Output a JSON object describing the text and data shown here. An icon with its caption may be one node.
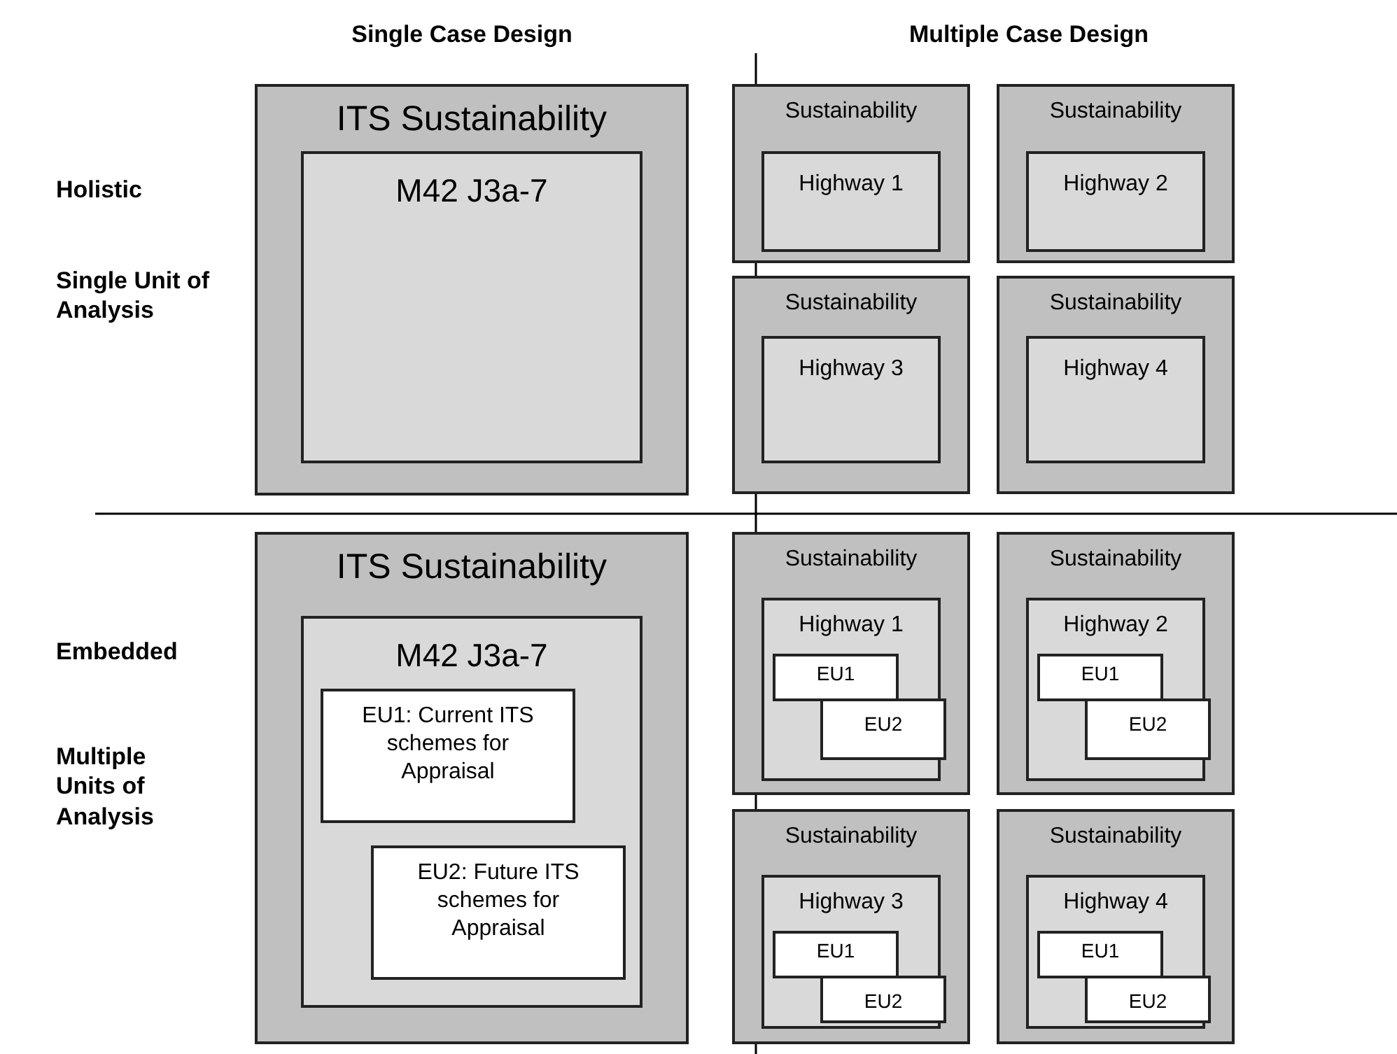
{
  "diagram": {
    "nodes": [
      {
        "text": [
          "ITS Sustainability"
        ]
      },
      {
        "text": [
          "M42 J3a-7"
        ],
        "in": 0
      },
      {
        "text": [
          "Sustainability"
        ]
      },
      {
        "text": [
          "Highway 1"
        ],
        "in": 2
      },
      {
        "text": [
          "Sustainability"
        ]
      },
      {
        "text": [
          "Highway 2"
        ],
        "in": 4
      },
      {
        "text": [
          "Sustainability"
        ]
      },
      {
        "text": [
          "Highway 3"
        ],
        "in": 6
      },
      {
        "text": [
          "Sustainability"
        ]
      },
      {
        "text": [
          "Highway 4"
        ],
        "in": 8
      },
      {
        "text": [
          "ITS Sustainability"
        ]
      },
      {
        "text": [
          "M42 J3a-7"
        ],
        "in": 10
      },
      {
        "text": [
          "EU1: Current ITS schemes for Appraisal"
        ],
        "in": 11
      },
      {
        "text": [
          "EU2: Future ITS schemes for Appraisal"
        ],
        "in": 11
      },
      {
        "text": [
          "Sustainability"
        ]
      },
      {
        "text": [
          "Highway 1"
        ],
        "in": 14
      },
      {
        "text": [
          "EU1"
        ],
        "in": 15
      },
      {
        "text": [
          "EU2"
        ],
        "in": 15
      },
      {
        "text": [
          "Sustainability"
        ]
      },
      {
        "text": [
          "Highway 2"
        ],
        "in": 18
      },
      {
        "text": [
          "EU1"
        ],
        "in": 19
      },
      {
        "text": [
          "EU2"
        ],
        "in": 19
      },
      {
        "text": [
          "Sustainability"
        ]
      },
      {
        "text": [
          "Highway 3"
        ],
        "in": 22
      },
      {
        "text": [
          "EU1"
        ],
        "in": 23
      },
      {
        "text": [
          "EU2"
        ],
        "in": 23
      },
      {
        "text": [
          "Sustainability"
        ]
      },
      {
        "text": [
          "Highway 4"
        ],
        "in": 26
      },
      {
        "text": [
          "EU1"
        ],
        "in": 27
      },
      {
        "text": [
          "EU2"
        ],
        "in": 27
      }
    ],
    "labels": [
      "Single Case Design",
      "Multiple Case Design",
      "Holistic",
      "Single Unit of Analysis",
      "Embedded",
      "Multiple Units of Analysis"
    ]
  }
}
